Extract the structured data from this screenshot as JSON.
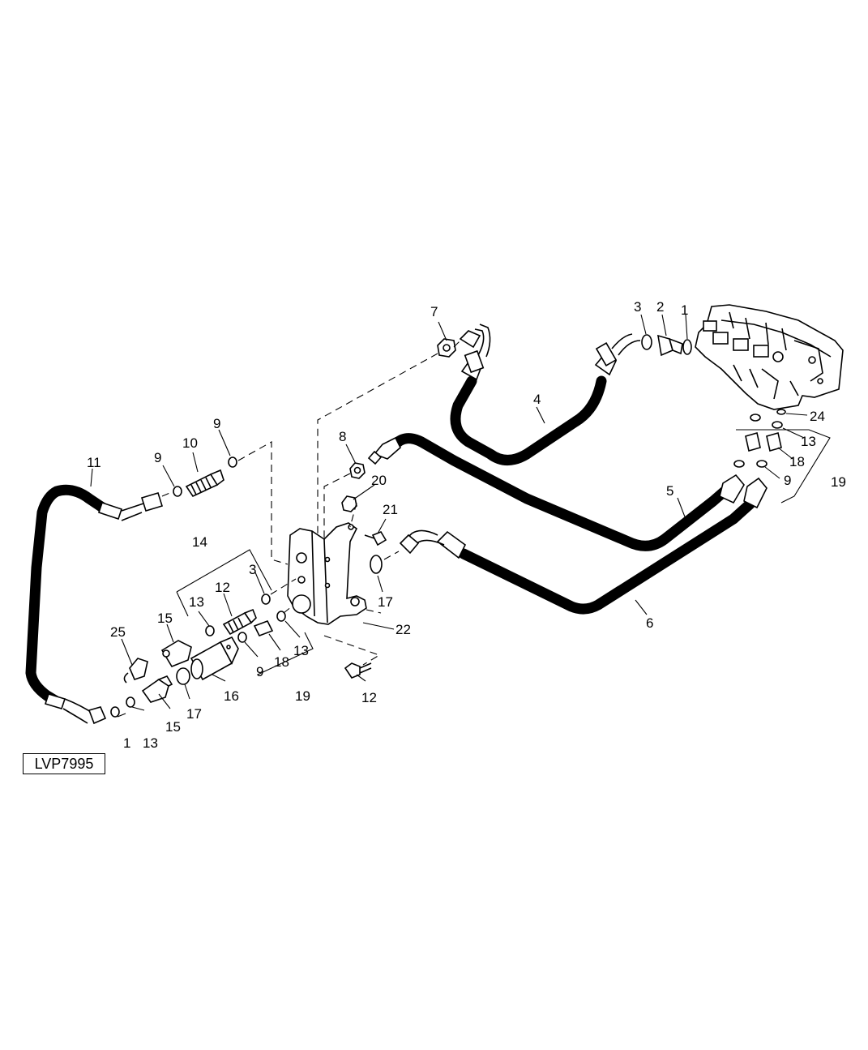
{
  "figure_id": "LVP7995",
  "callouts": {
    "c1_top": "1",
    "c2_top": "2",
    "c3_top": "3",
    "c4": "4",
    "c5": "5",
    "c6": "6",
    "c7": "7",
    "c8": "8",
    "c9_left_a": "9",
    "c9_left_b": "9",
    "c9_mid": "9",
    "c9_right": "9",
    "c10": "10",
    "c11": "11",
    "c12_mid": "12",
    "c12_bottom": "12",
    "c13_left": "13",
    "c13_mid_a": "13",
    "c13_mid_b": "13",
    "c13_right": "13",
    "c14": "14",
    "c15_a": "15",
    "c15_b": "15",
    "c16": "16",
    "c17_left": "17",
    "c17_right": "17",
    "c18_mid": "18",
    "c18_right": "18",
    "c19_mid": "19",
    "c19_right": "19",
    "c20": "20",
    "c21": "21",
    "c22": "22",
    "c24": "24",
    "c25": "25",
    "c1_bottom": "1",
    "c3_mid": "3"
  }
}
